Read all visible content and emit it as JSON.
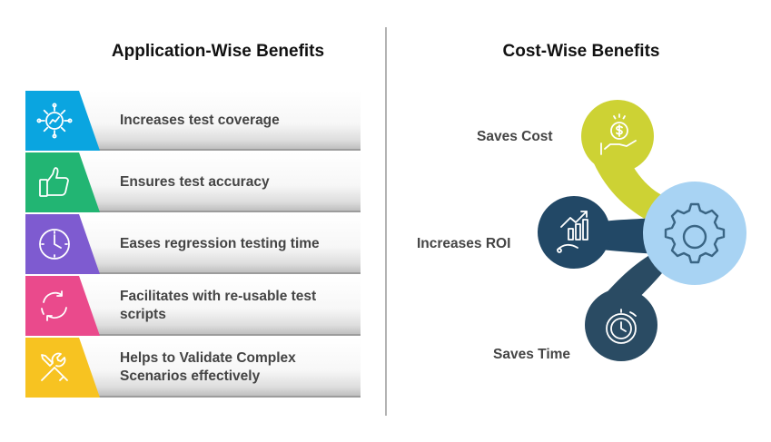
{
  "left": {
    "title": "Application-Wise Benefits",
    "items": [
      {
        "label": "Increases test coverage",
        "color": "#0aa5e0",
        "icon": "gear-chart-icon"
      },
      {
        "label": "Ensures test accuracy",
        "color": "#22b573",
        "icon": "thumbs-up-icon"
      },
      {
        "label": "Eases regression testing time",
        "color": "#7e5bd0",
        "icon": "clock-icon"
      },
      {
        "label": "Facilitates with re-usable test scripts",
        "color": "#ea4a8c",
        "icon": "refresh-icon"
      },
      {
        "label": "Helps to Validate Complex Scenarios effectively",
        "color": "#f7c321",
        "icon": "tools-icon"
      }
    ]
  },
  "right": {
    "title": "Cost-Wise Benefits",
    "items": [
      {
        "label": "Saves Cost",
        "color": "#cdd234",
        "icon": "hand-dollar-icon"
      },
      {
        "label": "Increases ROI",
        "color": "#224866",
        "icon": "growth-chart-icon"
      },
      {
        "label": "Saves Time",
        "color": "#2a4b63",
        "icon": "stopwatch-icon"
      }
    ],
    "hub": {
      "color": "#a8d3f3",
      "icon": "gear-icon"
    }
  }
}
